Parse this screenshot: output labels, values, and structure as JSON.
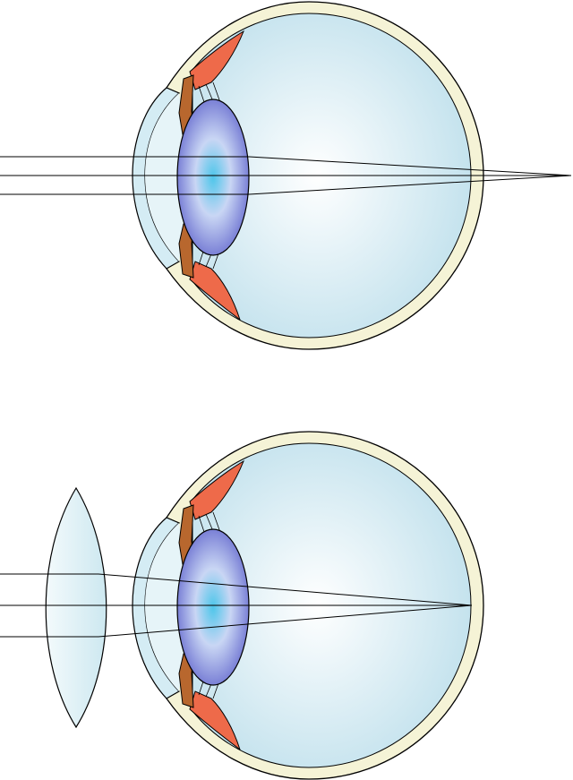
{
  "colors": {
    "sclera": "#f5f3d6",
    "vitreous": "#cfe8f1",
    "lens": "#7f86d8",
    "lens_center": "#5fc8e8",
    "iris": "#b8672e",
    "ciliary": "#ee6a4a",
    "corrective_lens": "#dff0f4",
    "ray": "#000000"
  },
  "panels": [
    {
      "name": "uncorrected-eye",
      "focus": "behind-retina"
    },
    {
      "name": "corrected-eye",
      "corrective_lens": "convex",
      "focus": "on-retina"
    }
  ]
}
